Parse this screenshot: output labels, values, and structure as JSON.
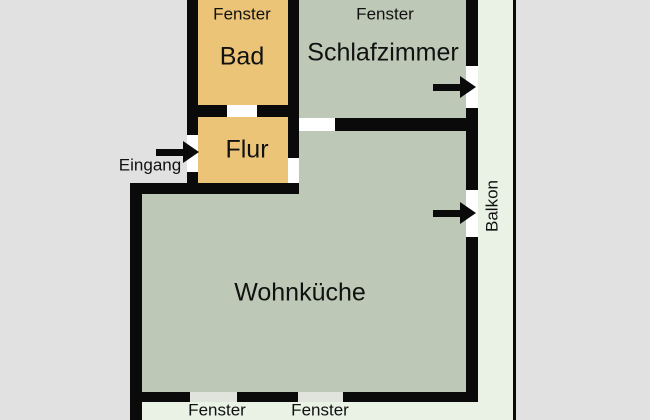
{
  "plan": {
    "type": "apartment-floor-plan",
    "rooms": {
      "bad": "Bad",
      "schlafzimmer": "Schlafzimmer",
      "flur": "Flur",
      "wohnkueche": "Wohnküche",
      "balkon": "Balkon"
    },
    "labels": {
      "eingang": "Eingang",
      "fenster": "Fenster"
    },
    "openings": {
      "entrance_doors": 1,
      "balcony_doors": 2,
      "interior_doors": 3,
      "windows_bottom": 2,
      "windows_top_labeled": 2
    },
    "colors": {
      "background": "#e1e1e1",
      "wall": "#0a0a0a",
      "room_warm": "#ecc478",
      "room_cool": "#bdc8b6",
      "balcony": "#e9f2e4",
      "door_opening": "#ffffff",
      "window_opening": "#e0e4dc",
      "label_text": "#111111"
    }
  }
}
